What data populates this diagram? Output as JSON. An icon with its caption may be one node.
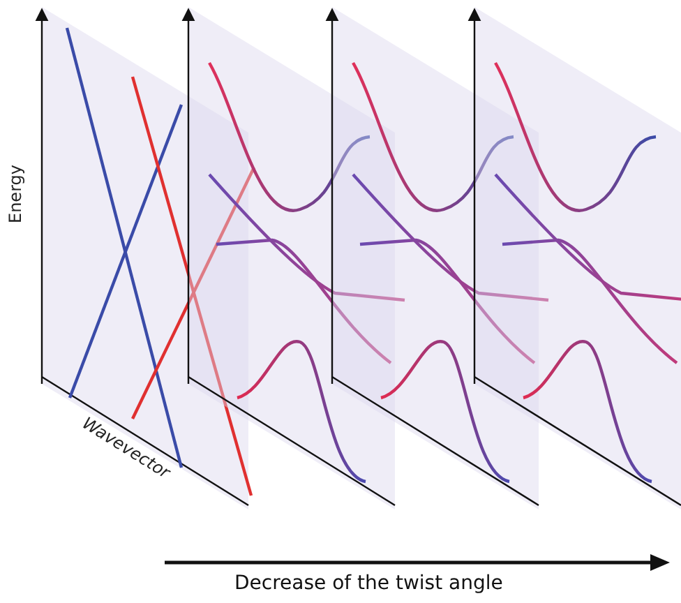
{
  "diagram": {
    "labels": [
      "Energy",
      "Wavevector",
      "Decrease of the twist angle"
    ]
  }
}
